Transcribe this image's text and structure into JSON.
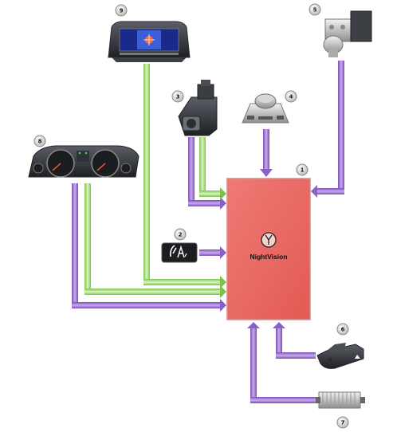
{
  "diagram": {
    "control_unit": {
      "number": "1",
      "label": "NightVision",
      "color": "#e8625c"
    },
    "components": [
      {
        "number": "1",
        "icon": "night-vision-control-unit-icon"
      },
      {
        "number": "2",
        "icon": "night-vision-button-icon"
      },
      {
        "number": "3",
        "icon": "control-module-icon"
      },
      {
        "number": "4",
        "icon": "controller-knob-icon"
      },
      {
        "number": "5",
        "icon": "dsc-hydraulic-unit-icon"
      },
      {
        "number": "6",
        "icon": "rain-light-sensor-icon"
      },
      {
        "number": "7",
        "icon": "camera-module-icon"
      },
      {
        "number": "8",
        "icon": "instrument-cluster-icon"
      },
      {
        "number": "9",
        "icon": "central-display-icon"
      }
    ],
    "colors": {
      "green_link": "#a6e07a",
      "purple_link": "#a77fd6",
      "control_unit_fill": "#e8625c",
      "control_unit_border": "#d88a86"
    }
  }
}
